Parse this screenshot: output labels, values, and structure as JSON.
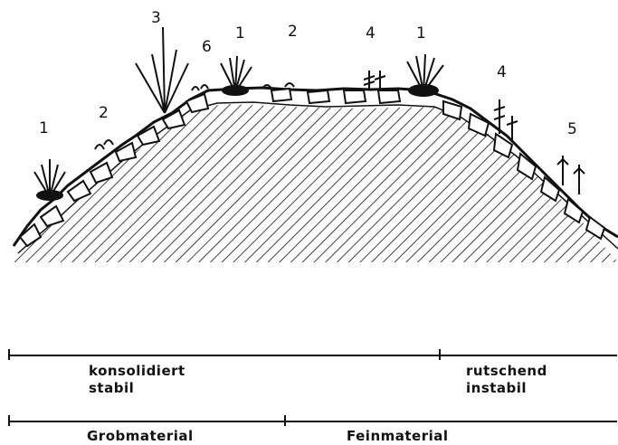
{
  "plant_labels": [
    "1",
    "2",
    "3",
    "6",
    "1",
    "2",
    "4",
    "1",
    "4",
    "5"
  ],
  "scale_top": {
    "left": "konsolidiert\nstabil",
    "left_line1": "konsolidiert",
    "left_line2": "stabil",
    "right_line1": "rutschend",
    "right_line2": "instabil"
  },
  "scale_bottom": {
    "left": "Grobmaterial",
    "right": "Feinmaterial"
  },
  "colors": {
    "ink": "#111111",
    "background": "#ffffff"
  }
}
